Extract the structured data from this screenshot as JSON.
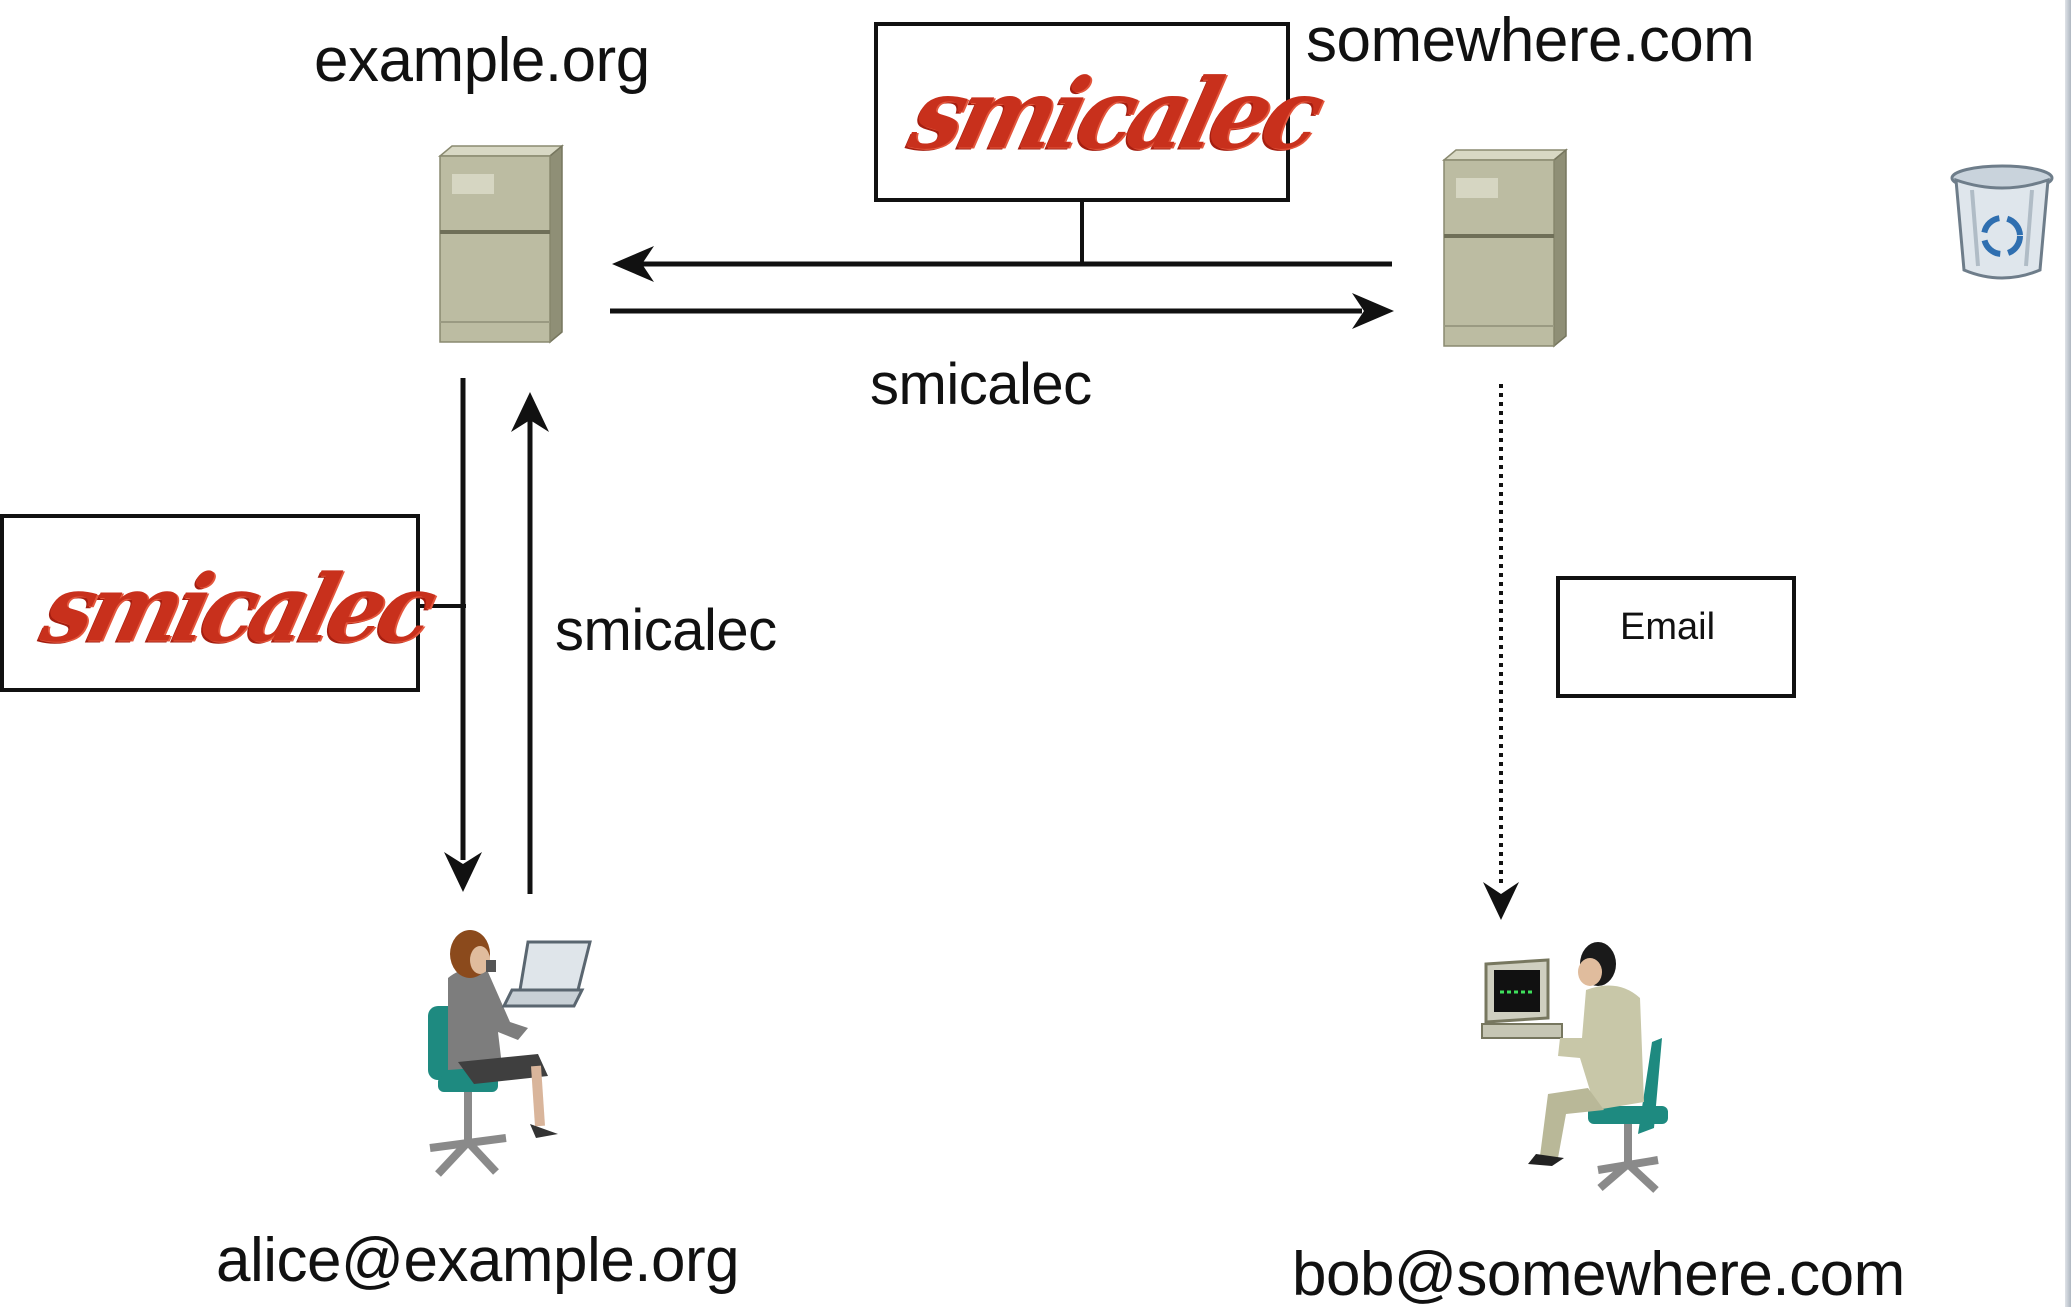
{
  "servers": {
    "left_domain": "example.org",
    "right_domain": "somewhere.com"
  },
  "arrows": {
    "server_to_server_label": "smicalec",
    "user_to_server_label": "smicalec"
  },
  "captchas": {
    "top_word": "smicalec",
    "left_word": "smicalec"
  },
  "email_card": {
    "label": "Email"
  },
  "users": {
    "alice": "alice@example.org",
    "bob": "bob@somewhere.com"
  },
  "icons": {
    "server": "server-tower-icon",
    "trash": "recycle-bin-icon",
    "pen": "fountain-pen-icon"
  },
  "colors": {
    "captcha_red": "#c8301c",
    "server_beige": "#b9b99e",
    "chair_teal": "#1e8a80"
  }
}
